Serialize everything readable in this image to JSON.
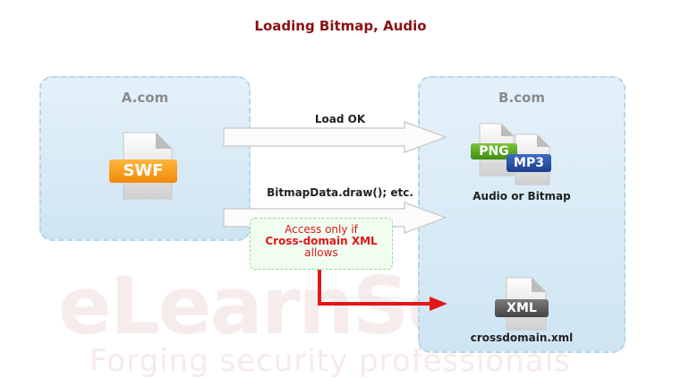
{
  "title": "Loading Bitmap, Audio",
  "domains": {
    "a": "A.com",
    "b": "B.com"
  },
  "arrows": {
    "load": "Load OK",
    "draw": "BitmapData.draw(); etc."
  },
  "note": {
    "line1": "Access only if",
    "line2": "Cross-domain XML",
    "line3": "allows"
  },
  "files": {
    "swf": "SWF",
    "png": "PNG",
    "mp3": "MP3",
    "xml": "XML"
  },
  "captions": {
    "audio_bitmap": "Audio or Bitmap",
    "crossdomain": "crossdomain.xml"
  },
  "watermark": {
    "logo": "eLearnSe",
    "tagline": "Forging security professionals"
  },
  "colors": {
    "title": "#8b0f12",
    "domain_box": "#d6e9f5",
    "note_text": "#e01818",
    "red_arrow": "#e01818"
  },
  "icons": [
    "document-icon",
    "arrow-right-icon",
    "red-elbow-arrow-icon"
  ]
}
